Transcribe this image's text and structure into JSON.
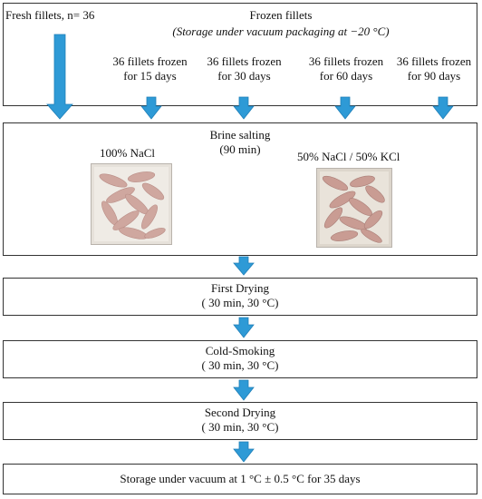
{
  "colors": {
    "arrow": "#2e9ad6",
    "border": "#333333",
    "tray": "#e6e1da",
    "fillet": "#cfa79f"
  },
  "header": {
    "fresh_label": "Fresh fillets, n= 36",
    "frozen_label": "Frozen fillets",
    "storage_note": "(Storage under vacuum packaging at −20 °C)",
    "groups": [
      {
        "line1": "36 fillets  frozen",
        "line2": "for 15 days"
      },
      {
        "line1": "36 fillets  frozen",
        "line2": "for 30 days"
      },
      {
        "line1": "36 fillets  frozen",
        "line2": "for 60 days"
      },
      {
        "line1": "36 fillets  frozen",
        "line2": "for 90 days"
      }
    ]
  },
  "brine": {
    "title": "Brine  salting",
    "duration": "(90 min)",
    "left_label": "100% NaCl",
    "right_label": "50% NaCl / 50% KCl"
  },
  "steps": [
    {
      "title": "First Drying",
      "detail": "( 30 min, 30 °C)"
    },
    {
      "title": "Cold-Smoking",
      "detail": "( 30 min, 30 °C)"
    },
    {
      "title": "Second Drying",
      "detail": "( 30 min, 30 °C)"
    }
  ],
  "final": "Storage under vacuum at 1 °C ± 0.5 °C for 35 days"
}
